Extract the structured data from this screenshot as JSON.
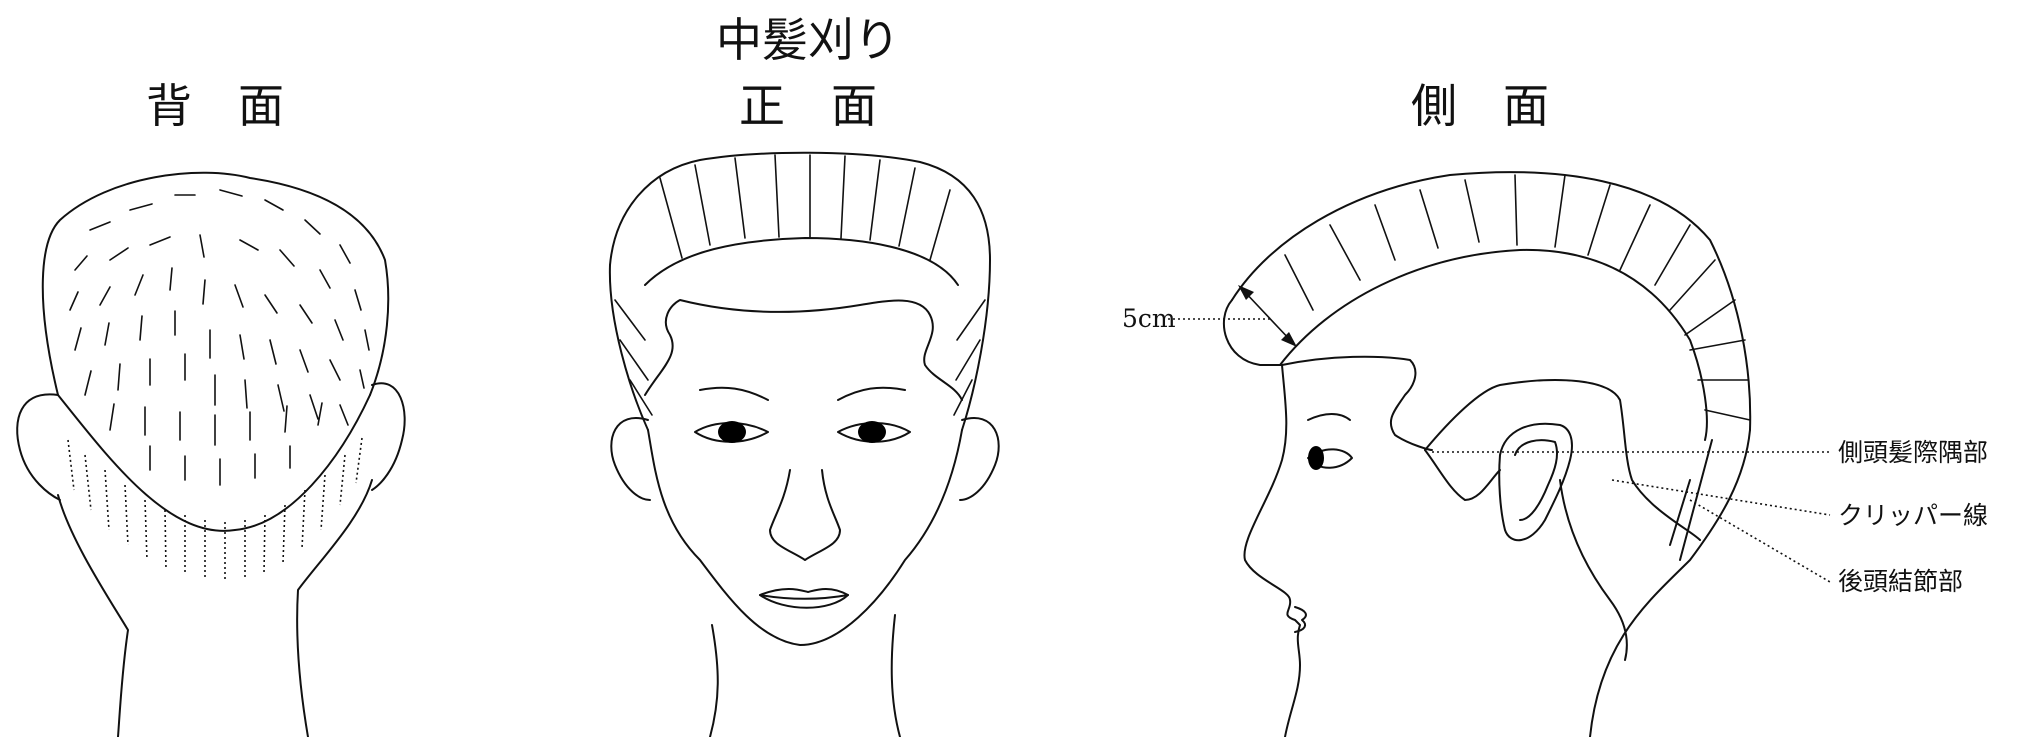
{
  "title": "中髪刈り",
  "views": {
    "back": "背　面",
    "front": "正　面",
    "side": "側　面"
  },
  "annotations": {
    "width": "5cm",
    "temple_corner": "側頭髪際隅部",
    "clipper_line": "クリッパー線",
    "occipital": "後頭結節部"
  },
  "colors": {
    "line": "#111111",
    "background": "#ffffff"
  }
}
